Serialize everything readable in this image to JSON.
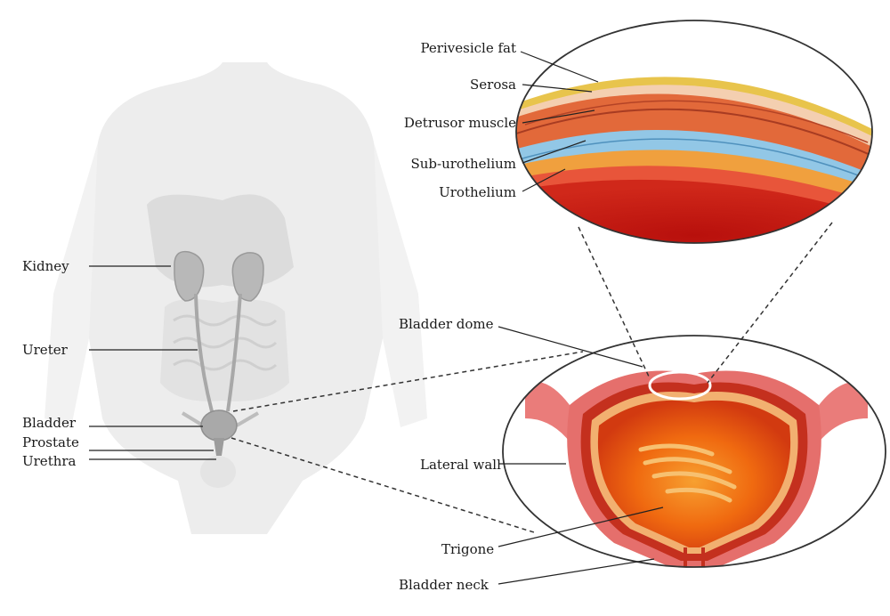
{
  "labels": {
    "kidney": "Kidney",
    "ureter": "Ureter",
    "bladder": "Bladder",
    "prostate": "Prostate",
    "urethra": "Urethra",
    "perivesicle_fat": "Perivesicle fat",
    "serosa": "Serosa",
    "detrusor_muscle": "Detrusor muscle",
    "sub_urothelium": "Sub-urothelium",
    "urothelium": "Urothelium",
    "bladder_dome": "Bladder dome",
    "lateral_wall": "Lateral wall",
    "trigone": "Trigone",
    "bladder_neck": "Bladder neck"
  },
  "colors": {
    "body": "#ececec",
    "organ": "#b8b8b8",
    "fat": "#e6c84a",
    "serosa": "#f2c9a8",
    "detrusor": "#e06a3a",
    "sub_urothelium": "#8fc6e6",
    "urothelium": "#f0a040",
    "lumen": "#c41a12",
    "bladder_wall": "#e9706e",
    "bladder_inner": "#f07a10"
  }
}
